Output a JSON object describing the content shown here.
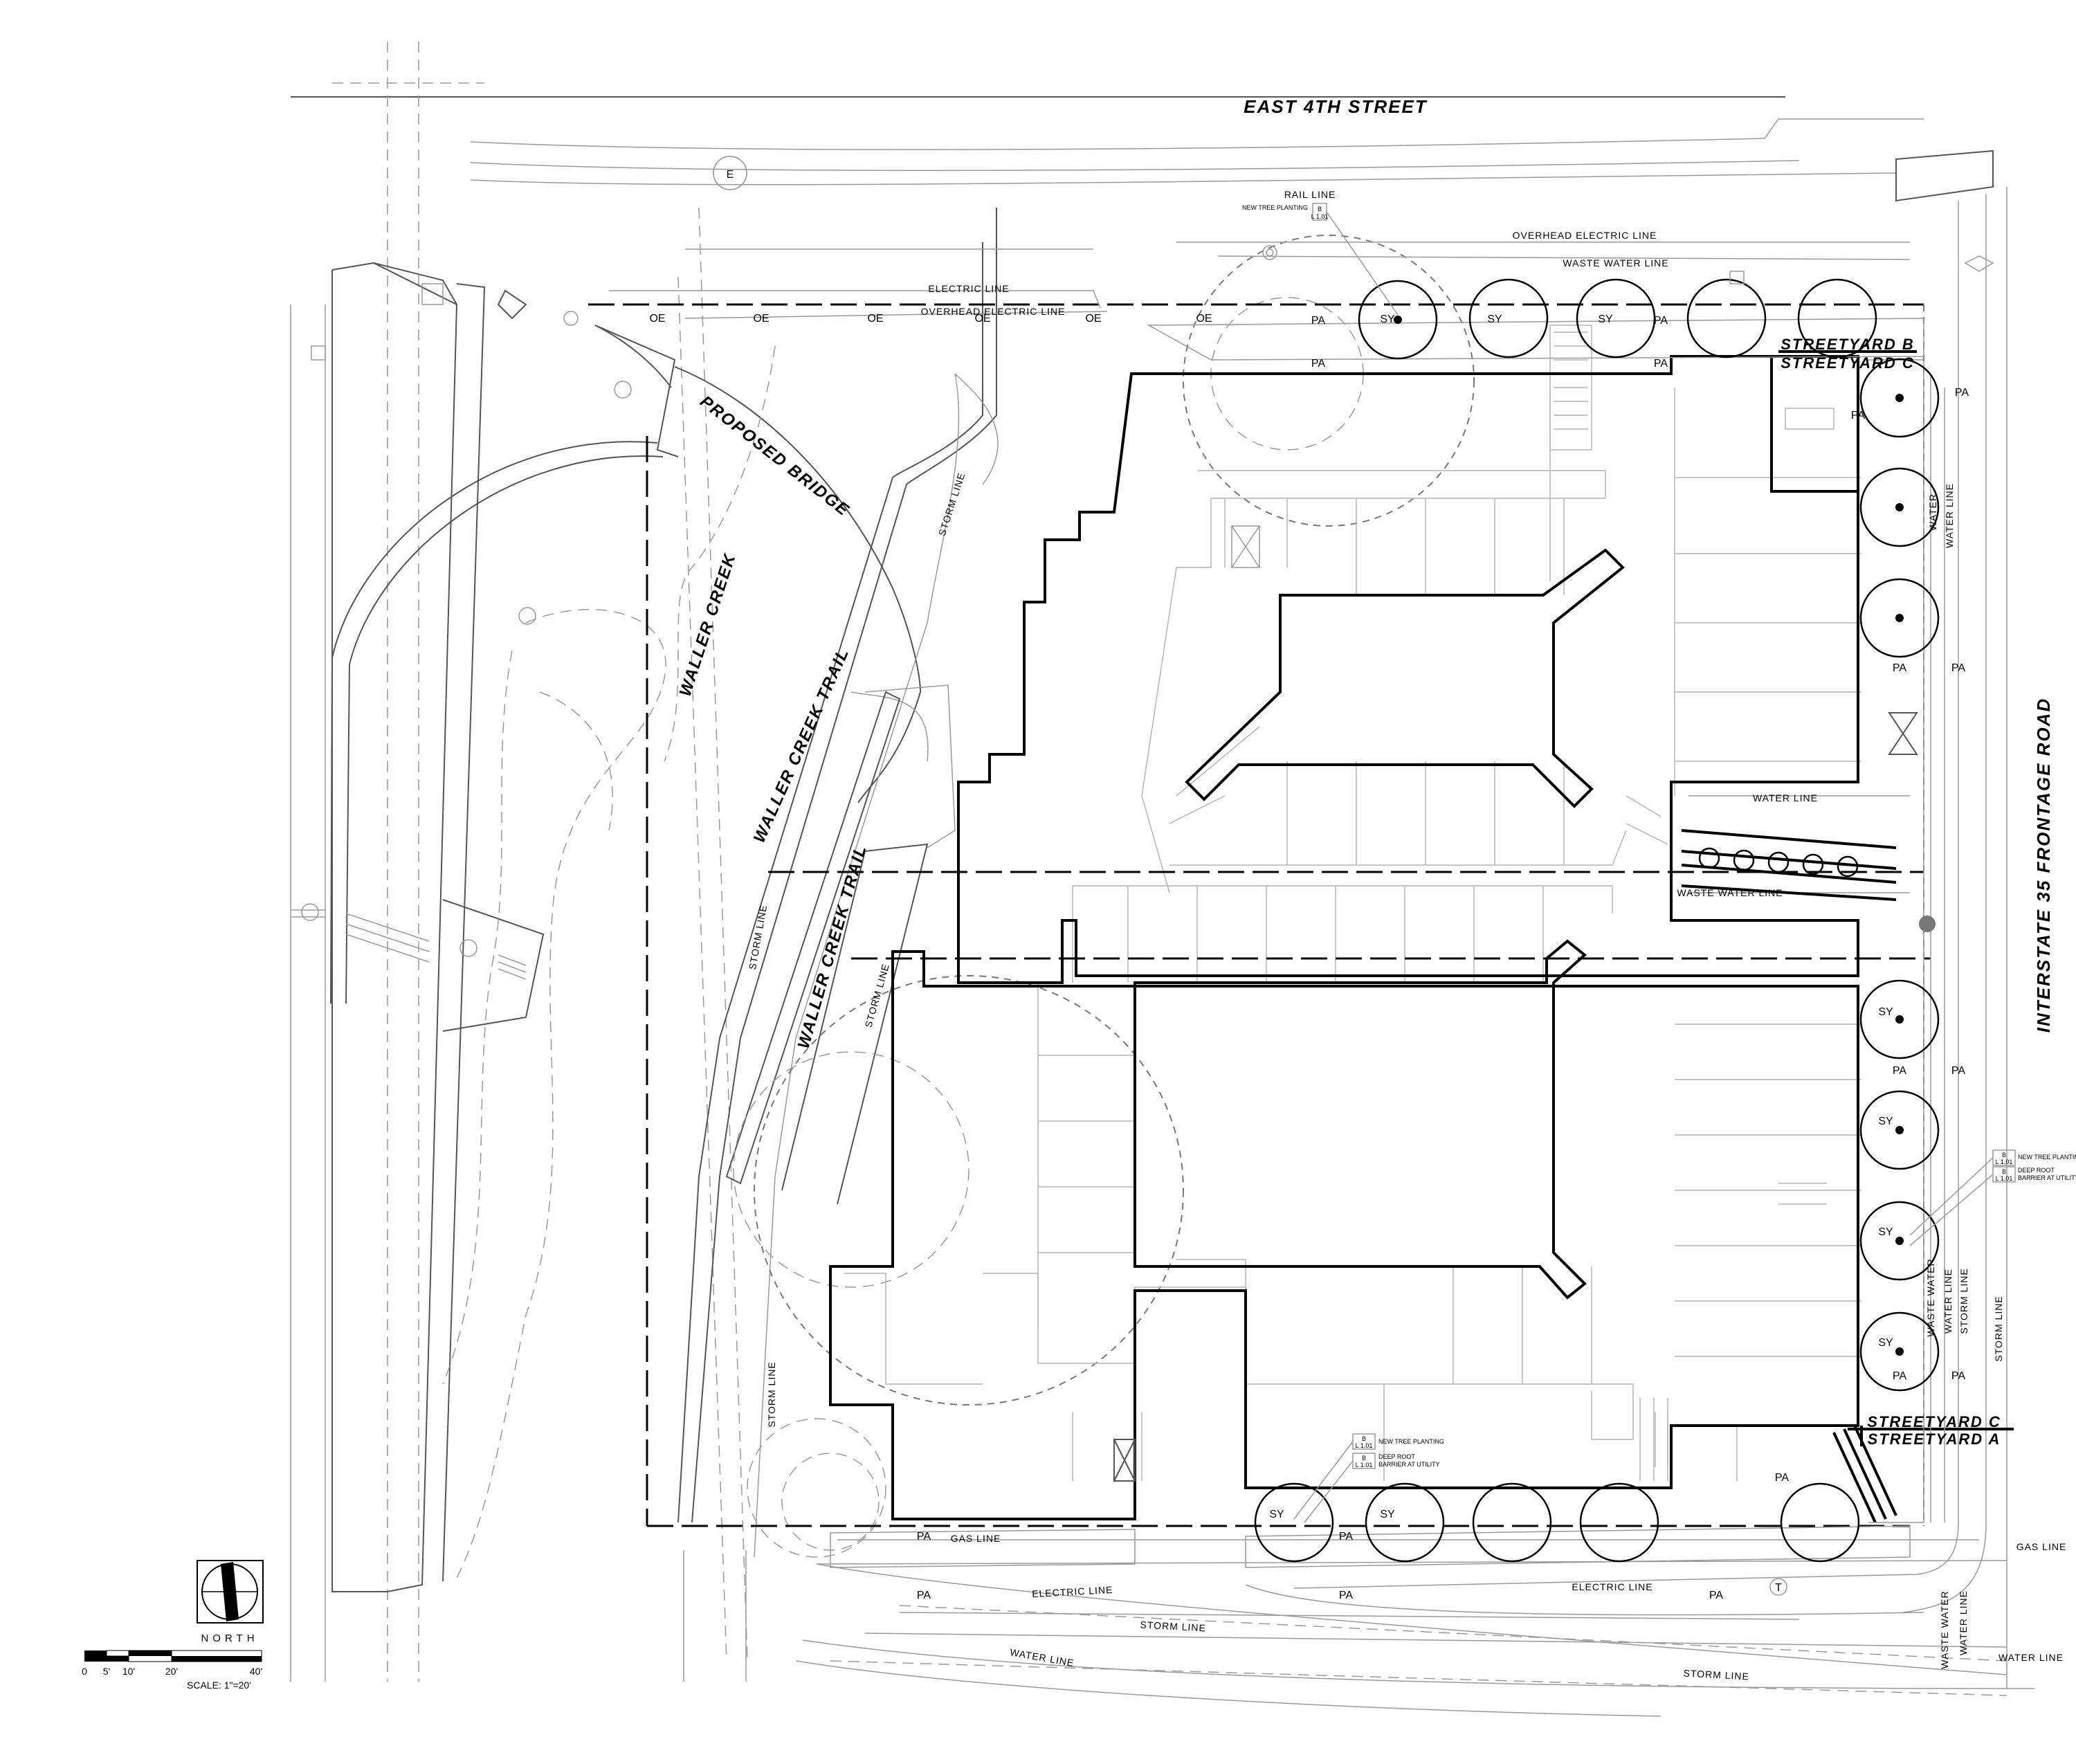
{
  "streets": {
    "north": "EAST 4TH STREET",
    "east": "INTERSTATE 35 FRONTAGE ROAD"
  },
  "features": {
    "creek": "WALLER CREEK",
    "bridge": "PROPOSED BRIDGE",
    "trail": "WALLER CREEK TRAIL"
  },
  "streetyards": {
    "b": "STREETYARD B",
    "c": "STREETYARD C",
    "a": "STREETYARD A"
  },
  "utilities": {
    "rail": "RAIL LINE",
    "overhead_electric": "OVERHEAD ELECTRIC LINE",
    "electric": "ELECTRIC LINE",
    "waste_water": "WASTE WATER LINE",
    "water": "WATER LINE",
    "storm": "STORM LINE",
    "gas": "GAS LINE",
    "waste_water_short": "WASTE WATER",
    "water_short": "WATER"
  },
  "symbols": {
    "oe": "OE",
    "pa": "PA",
    "sy": "SY",
    "e": "E",
    "t": "T"
  },
  "notes": {
    "new_tree": "NEW TREE PLANTING",
    "deep_root": "DEEP ROOT BARRIER AT UTILITY",
    "deep_root_1": "DEEP ROOT",
    "deep_root_2": "BARRIER AT UTILITY",
    "tag_top": "B",
    "tag_bottom": "L 1.01"
  },
  "north_arrow": {
    "label": "NORTH",
    "icon": "north-arrow-icon"
  },
  "scale_bar": {
    "ticks": [
      "0",
      "5'",
      "10'",
      "20'",
      "40'"
    ],
    "scale": "SCALE: 1\"=20'"
  },
  "colors": {
    "ink": "#000000",
    "linework": "#9a9a9a",
    "background": "#ffffff"
  }
}
